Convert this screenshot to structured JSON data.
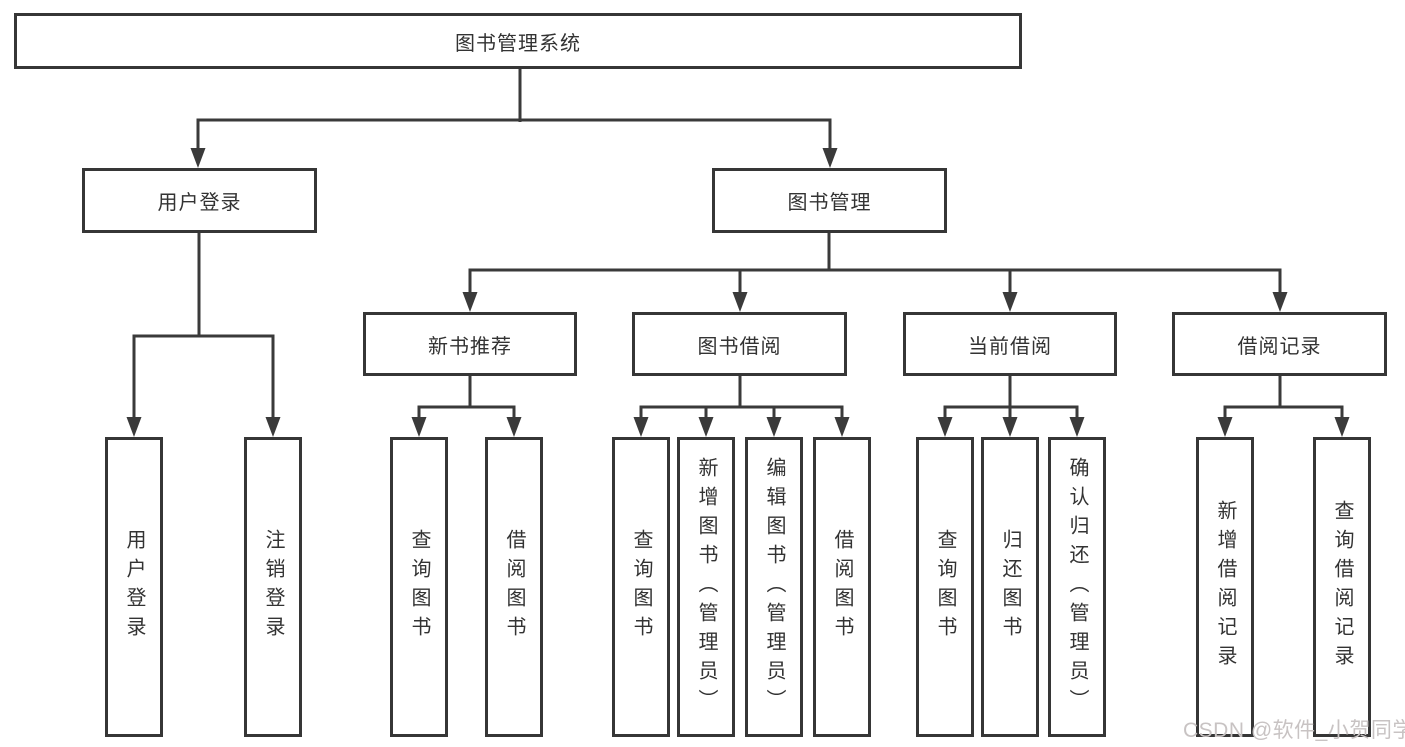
{
  "diagram": {
    "title": "图书管理系统",
    "branches": [
      {
        "label": "用户登录",
        "children": [
          "用户登录",
          "注销登录"
        ]
      },
      {
        "label": "图书管理",
        "sections": [
          {
            "label": "新书推荐",
            "children": [
              "查询图书",
              "借阅图书"
            ]
          },
          {
            "label": "图书借阅",
            "children": [
              "查询图书",
              "新增图书（管理员）",
              "编辑图书（管理员）",
              "借阅图书"
            ]
          },
          {
            "label": "当前借阅",
            "children": [
              "查询图书",
              "归还图书",
              "确认归还（管理员）"
            ]
          },
          {
            "label": "借阅记录",
            "children": [
              "新增借阅记录",
              "查询借阅记录"
            ]
          }
        ]
      }
    ]
  },
  "watermark": {
    "text": "CSDN @软件_小贺同学"
  },
  "colors": {
    "line": "#3a3a3a",
    "box_border": "#363636",
    "text": "#333333",
    "watermark": "#c8c3c3",
    "background": "#ffffff"
  }
}
